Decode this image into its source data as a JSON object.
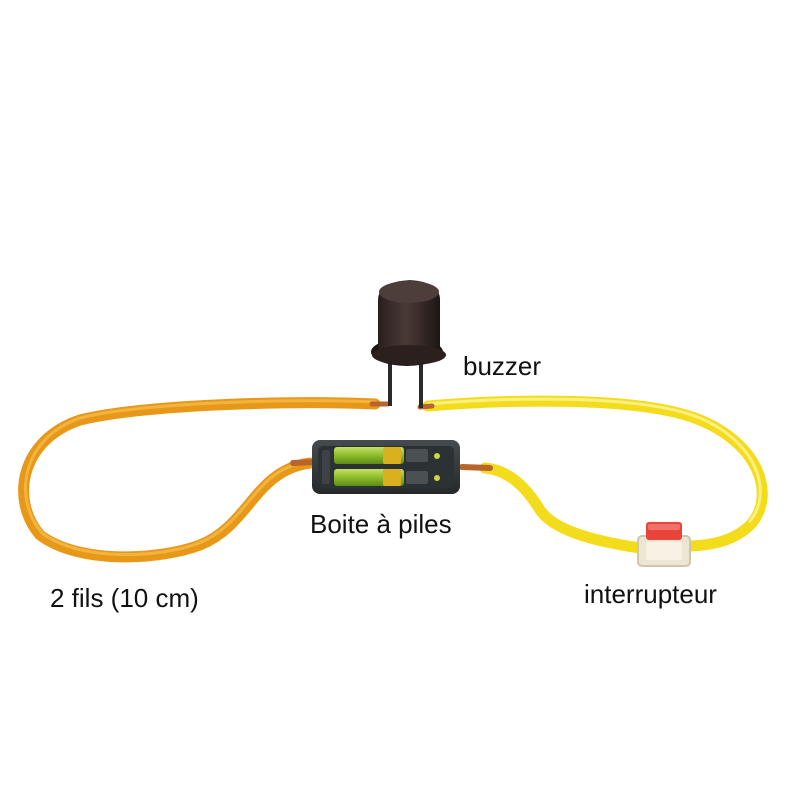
{
  "labels": {
    "buzzer": "buzzer",
    "battery_box": "Boite à piles",
    "wires": "2 fils (10 cm)",
    "switch": "interrupteur"
  },
  "colors": {
    "background": "#ffffff",
    "wire_left": "#f0a020",
    "wire_right": "#f6e22a",
    "copper": "#b8642a",
    "buzzer_body": "#3a2c2a",
    "battery_case": "#33383a",
    "battery_cell": "#9cc83a",
    "switch_button": "#e8443a",
    "switch_base": "#ede6d2",
    "text": "#111111"
  },
  "icons": [
    "buzzer-icon",
    "battery-box-icon",
    "switch-icon"
  ]
}
